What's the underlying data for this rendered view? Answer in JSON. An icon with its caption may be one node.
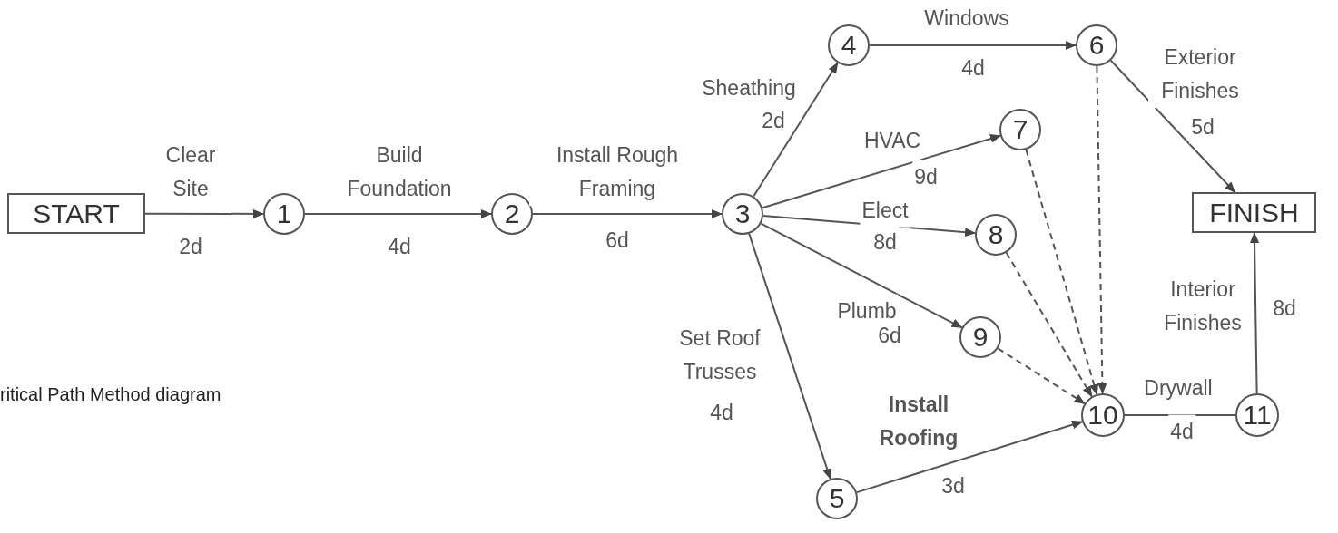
{
  "diagram": {
    "caption": "ritical Path Method diagram",
    "nodes": [
      {
        "text": [
          "START"
        ]
      },
      {
        "text": [
          "1"
        ]
      },
      {
        "text": [
          "2"
        ]
      },
      {
        "text": [
          "3"
        ]
      },
      {
        "text": [
          "4"
        ]
      },
      {
        "text": [
          "5"
        ]
      },
      {
        "text": [
          "6"
        ]
      },
      {
        "text": [
          "7"
        ]
      },
      {
        "text": [
          "8"
        ]
      },
      {
        "text": [
          "9"
        ]
      },
      {
        "text": [
          "10"
        ]
      },
      {
        "text": [
          "11"
        ]
      },
      {
        "text": [
          "FINISH"
        ]
      }
    ],
    "edges": [
      {
        "from": 0,
        "to": 1,
        "arrow": "to",
        "label": "Clear Site"
      },
      {
        "from": 1,
        "to": 2,
        "arrow": "to",
        "label": "Build Foundation"
      },
      {
        "from": 2,
        "to": 3,
        "arrow": "to",
        "label": "Install Rough Framing"
      },
      {
        "from": 3,
        "to": 4,
        "arrow": "to",
        "label": "Sheathing"
      },
      {
        "from": 4,
        "to": 6,
        "arrow": "to",
        "label": "Windows"
      },
      {
        "from": 6,
        "to": 12,
        "arrow": "to",
        "label": "Exterior Finishes"
      },
      {
        "from": 3,
        "to": 7,
        "arrow": "to",
        "label": "HVAC"
      },
      {
        "from": 3,
        "to": 8,
        "arrow": "to",
        "label": "Elect"
      },
      {
        "from": 3,
        "to": 9,
        "arrow": "to",
        "label": "Plumb"
      },
      {
        "from": 3,
        "to": 5,
        "arrow": "to",
        "label": "Set Roof Trusses"
      },
      {
        "from": 5,
        "to": 10,
        "arrow": "to",
        "label": "Install Roofing"
      },
      {
        "from": 6,
        "to": 10,
        "arrow": "to",
        "style": "dashed"
      },
      {
        "from": 7,
        "to": 10,
        "arrow": "to",
        "style": "dashed"
      },
      {
        "from": 8,
        "to": 10,
        "arrow": "to",
        "style": "dashed"
      },
      {
        "from": 9,
        "to": 10,
        "arrow": "to",
        "style": "dashed"
      },
      {
        "from": 10,
        "to": 11,
        "arrow": "none",
        "label": "Drywall"
      },
      {
        "from": 11,
        "to": 12,
        "arrow": "to",
        "label": "Interior Finishes"
      }
    ],
    "labels": [
      "2d",
      "4d",
      "6d",
      "2d",
      "4d",
      "5d",
      "9d",
      "8d",
      "6d",
      "4d",
      "3d",
      "4d",
      "8d"
    ]
  }
}
